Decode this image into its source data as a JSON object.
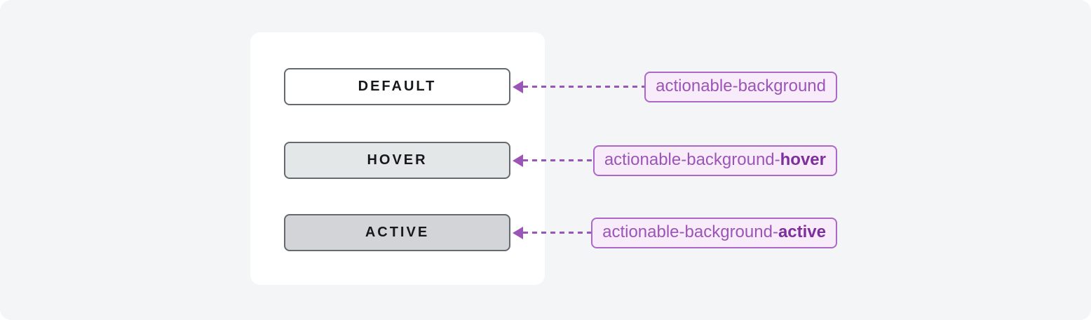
{
  "colors": {
    "page_bg": "#f4f5f7",
    "card_bg": "#ffffff",
    "swatch_border": "#646a70",
    "swatch_text": "#16181b",
    "arrow_color": "#9b55b6",
    "annotation_bg": "#f8ecfb",
    "annotation_border": "#ab68c9",
    "annotation_text": "#9b55b6",
    "annotation_text_bold": "#7d2f9c"
  },
  "rows": [
    {
      "state_label": "DEFAULT",
      "swatch_bg": "#ffffff",
      "token_prefix": "actionable-background",
      "token_suffix": ""
    },
    {
      "state_label": "HOVER",
      "swatch_bg": "#e4e7e8",
      "token_prefix": "actionable-background-",
      "token_suffix": "hover"
    },
    {
      "state_label": "ACTIVE",
      "swatch_bg": "#d2d4d7",
      "token_prefix": "actionable-background-",
      "token_suffix": "active"
    }
  ]
}
